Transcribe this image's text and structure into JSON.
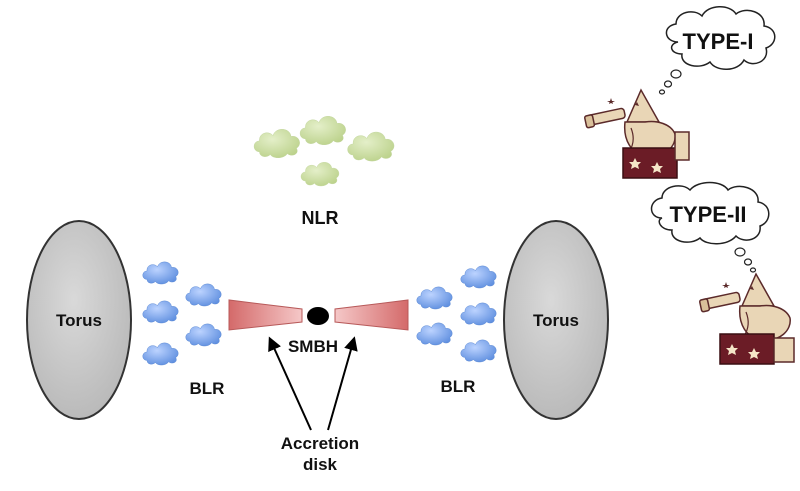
{
  "labels": {
    "nlr": "NLR",
    "torus_left": "Torus",
    "torus_right": "Torus",
    "blr_left": "BLR",
    "blr_right": "BLR",
    "smbh": "SMBH",
    "accretion_line1": "Accretion",
    "accretion_line2": "disk",
    "type1": "TYPE-I",
    "type2": "TYPE-II"
  },
  "colors": {
    "torus_fill": "#c8c8c8",
    "blr_cloud": "#7aa3e8",
    "nlr_cloud": "#c9dca0",
    "jet_fill": "#e58f8f",
    "smbh": "#000000"
  }
}
